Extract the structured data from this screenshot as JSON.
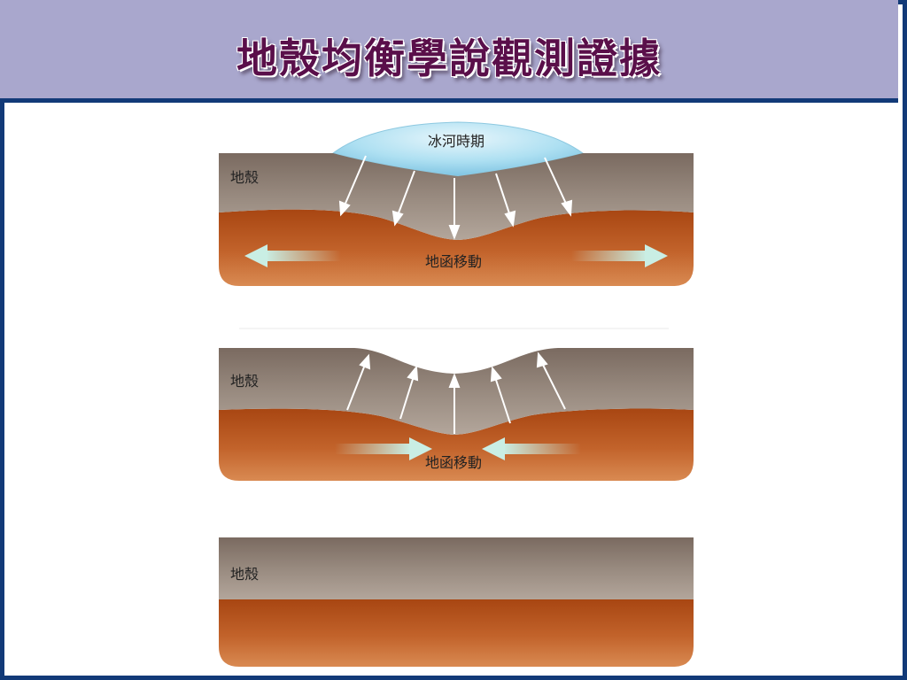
{
  "title": "地殼均衡學說觀測證據",
  "colors": {
    "border": "#123a78",
    "header_bg": "#a9a7cd",
    "title_text": "#5a0f4a",
    "crust": "#8c7e74",
    "mantle": "#b5541f",
    "ice": "#9fd3ea",
    "flow_arrow": "#c9eee4"
  },
  "panels": [
    {
      "crust_label": "地殼",
      "ice_label": "冰河時期",
      "mantle_label": "地函移動"
    },
    {
      "crust_label": "地殼",
      "mantle_label": "地函移動"
    },
    {
      "crust_label": "地殼"
    }
  ],
  "icons": {
    "panel1_arrows": "arrow-down-icon",
    "panel1_flow": "outward-flow-arrow-icon",
    "panel2_arrows": "arrow-up-icon",
    "panel2_flow": "inward-flow-arrow-icon"
  }
}
